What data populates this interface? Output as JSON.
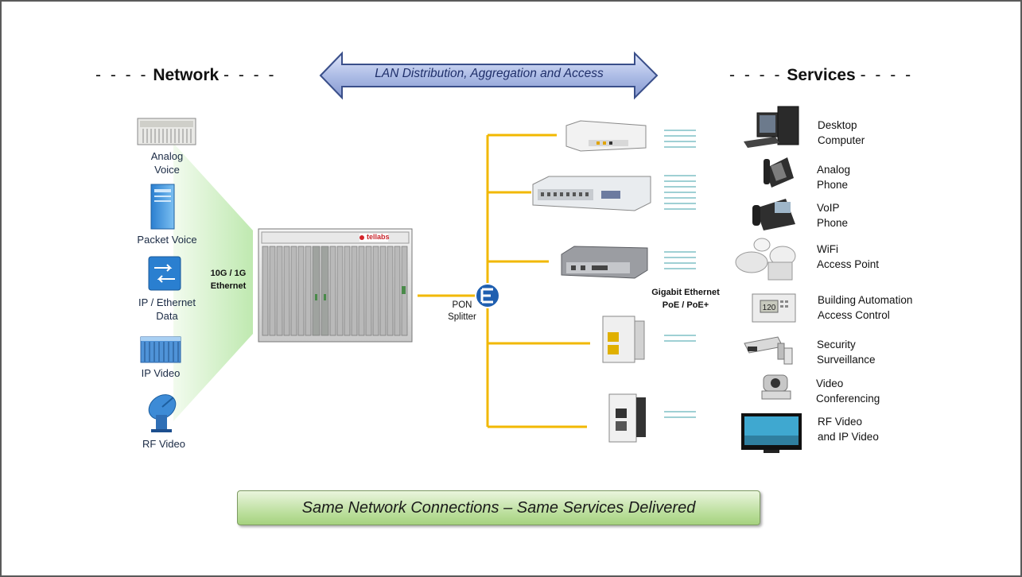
{
  "header_network": {
    "dashes_left": "- - - -",
    "title": "Network",
    "dashes_right": "- - - -"
  },
  "header_services": {
    "dashes_left": "- - - -",
    "title": "Services",
    "dashes_right": "- - - -"
  },
  "lan_arrow_text": "LAN Distribution, Aggregation and Access",
  "network_items": [
    {
      "line1": "Analog",
      "line2": "Voice"
    },
    {
      "line1": "Packet Voice",
      "line2": ""
    },
    {
      "line1": "IP / Ethernet",
      "line2": "Data"
    },
    {
      "line1": "IP Video",
      "line2": ""
    },
    {
      "line1": "RF Video",
      "line2": ""
    }
  ],
  "ethernet_label": {
    "line1": "10G / 1G",
    "line2": "Ethernet"
  },
  "olt_brand": "tellabs",
  "pon_label": {
    "line1": "PON",
    "line2": "Splitter"
  },
  "gige_label": {
    "line1": "Gigabit  Ethernet",
    "line2": "PoE / PoE+"
  },
  "services": [
    {
      "line1": "Desktop",
      "line2": "Computer"
    },
    {
      "line1": "Analog",
      "line2": "Phone"
    },
    {
      "line1": "VoIP",
      "line2": "Phone"
    },
    {
      "line1": "WiFi",
      "line2": "Access Point"
    },
    {
      "line1": "Building Automation",
      "line2": "Access Control"
    },
    {
      "line1": "Security",
      "line2": "Surveillance"
    },
    {
      "line1": "Video",
      "line2": "Conferencing"
    },
    {
      "line1": "RF Video",
      "line2": "and IP  Video"
    }
  ],
  "thermostat_display": "120",
  "banner_text": "Same Network Connections – Same Services Delivered",
  "colors": {
    "fiber": "#f2b800",
    "arrow_fill": "#aebde6",
    "arrow_stroke": "#3a4f8a",
    "fan": "#cdeec0",
    "banner": "#b8dd98",
    "lines": "#3fa0a8"
  },
  "icons": [
    "analog-voice-shelf-icon",
    "packet-voice-server-icon",
    "ethernet-switch-icon",
    "ip-video-rack-icon",
    "satellite-dish-icon",
    "olt-chassis-icon",
    "pon-splitter-icon",
    "ont-desktop-icon",
    "ont-rack-switch-icon",
    "ont-gateway-icon",
    "ont-din-rail-icon",
    "ont-wall-plate-icon",
    "desktop-computer-icon",
    "analog-phone-icon",
    "voip-phone-icon",
    "wifi-access-point-icon",
    "thermostat-icon",
    "security-camera-icon",
    "video-conference-camera-icon",
    "flat-tv-icon"
  ]
}
